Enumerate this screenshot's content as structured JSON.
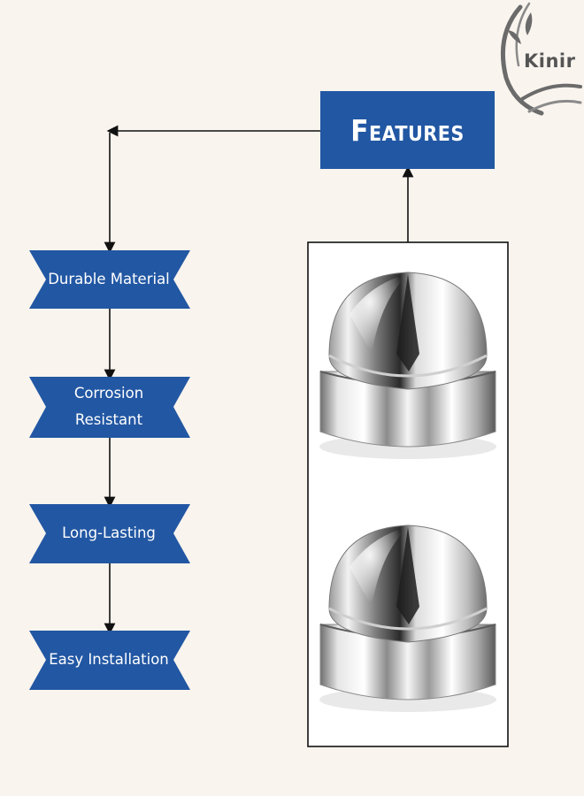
{
  "diagram": {
    "header": {
      "label": "Features"
    },
    "ribbons": [
      {
        "label": "Durable Material"
      },
      {
        "label": "Corrosion Resistant"
      },
      {
        "label": "Long-Lasting"
      },
      {
        "label": "Easy Installation"
      }
    ],
    "product_images": [
      {
        "icon": "dome-nut-cap-icon"
      },
      {
        "icon": "dome-nut-cap-icon"
      }
    ]
  },
  "brand": {
    "logo_text": "Kinir"
  },
  "colors": {
    "background": "#f9f4ee",
    "accent_blue": "#2257a3",
    "line": "#111111",
    "logo_gray": "#6b6b6b"
  }
}
